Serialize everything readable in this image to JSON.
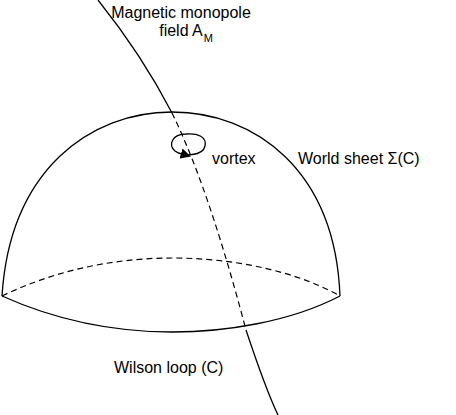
{
  "diagram": {
    "labels": [
      "Magnetic monopole field A",
      "M",
      "vortex",
      "World sheet Σ(C)",
      "Wilson loop (C)"
    ]
  }
}
